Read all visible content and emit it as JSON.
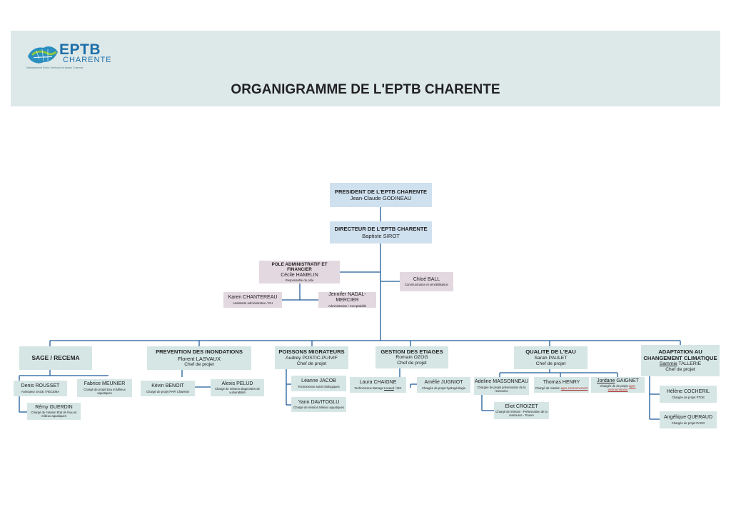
{
  "header": {
    "logo_title": "EPTB",
    "logo_subtitle": "CHARENTE",
    "logo_tagline": "Etablissement Public Territorial de Bassin Charente",
    "page_title": "ORGANIGRAMME DE L'EPTB CHARENTE"
  },
  "colors": {
    "header_bg": "#dde8e9",
    "blue_box": "#cfe0ef",
    "teal_box": "#d5e6e5",
    "pink_box": "#e3d8df",
    "line": "#1f5c99"
  },
  "president": {
    "title": "PRESIDENT DE L'EPTB CHARENTE",
    "name": "Jean-Claude GODINEAU"
  },
  "director": {
    "title": "DIRECTEUR DE L'EPTB CHARENTE",
    "name": "Baptiste SIROT"
  },
  "admin": {
    "pole_title": "POLE ADMINISTRATIF ET FINANCIER",
    "head": {
      "name": "Cécile HAMELIN",
      "role": "Responsable du pôle"
    },
    "staff": [
      {
        "name": "Karen CHANTEREAU",
        "role": "Assistante administrative / RH"
      },
      {
        "name": "Jennifer NADAL-MERCIER",
        "role": "Administration / Comptabilité"
      }
    ]
  },
  "communication": {
    "name": "Chloé BALL",
    "role": "Communication et sensibilisation"
  },
  "departments": [
    {
      "title": "SAGE / RECEMA",
      "members": [
        {
          "name": "Denis ROUSSET",
          "role": "Animateur SAGE / RECEMA"
        },
        {
          "name": "Fabrice MEUNIER",
          "role": "Chargé de projet Eau et Milieux aquatiques"
        },
        {
          "name": "Rémy GUERDIN",
          "role": "Chargé de mission Etat de l'eau et milieux aquatiques"
        }
      ]
    },
    {
      "title": "PREVENTION DES INONDATIONS",
      "head": "Florent LASVAUX",
      "head_role": "Chef de projet",
      "members": [
        {
          "name": "Kévin BENOIT",
          "role": "Chargé de projet PAPI Charente"
        },
        {
          "name": "Alexis PELUD",
          "role": "Chargé de mission diagnostics de vulnérabilité"
        }
      ]
    },
    {
      "title": "POISSONS MIGRATEURS",
      "head": "Audrey POSTIC-PUIVIF",
      "head_role": "Chef de projet",
      "members": [
        {
          "name": "Léanne JACOB",
          "role": "Technicienne suivis biologiques"
        },
        {
          "name": "Yann DAVITOGLU",
          "role": "Chargé de mission Milieux aquatiques"
        }
      ]
    },
    {
      "title": "GESTION DES ETIAGES",
      "head": "Romain OZOG",
      "head_role": "Chef de projet",
      "members": [
        {
          "name": "Laura CHAIGNE",
          "role_pre": "Technicienne Barrage ",
          "role_u": "Lavaud",
          "role_post": " / SIG"
        },
        {
          "name": "Amélie JUGNIOT",
          "role": "Chargée de projet hydrogéologie"
        }
      ]
    },
    {
      "title": "QUALITE DE L'EAU",
      "head": "Sarah PAULET",
      "head_role": "Chef de projet",
      "members": [
        {
          "name": "Adeline MASSONNEAU",
          "role": "Chargée de projet préservation de la ressource"
        },
        {
          "name": "Thomas HENRY",
          "role_pre": "Chargé de mission ",
          "role_u": "agro-environnement",
          "role_post": ""
        },
        {
          "name_u": "Jordane",
          "name_post": " GAIGNET",
          "role_pre": "Chargée de de projet ",
          "role_u": "agro-environnement",
          "role_post": ""
        },
        {
          "name": "Eliot CROIZET",
          "role": "Chargé de mission - Préservation de la ressource - Touvre"
        }
      ]
    },
    {
      "title_l1": "ADAPTATION AU",
      "title_l2": "CHANGEMENT CLIMATIQUE",
      "head_u": "Sammie",
      "head_post": " TALLERIE",
      "head_role": "Chef de projet",
      "members": [
        {
          "name": "Hélène COCHERIL",
          "role": "Chargée de projet PTGE"
        },
        {
          "name": "Angélique QUERAUD",
          "role": "Chargée de projet PAGG"
        }
      ]
    }
  ]
}
